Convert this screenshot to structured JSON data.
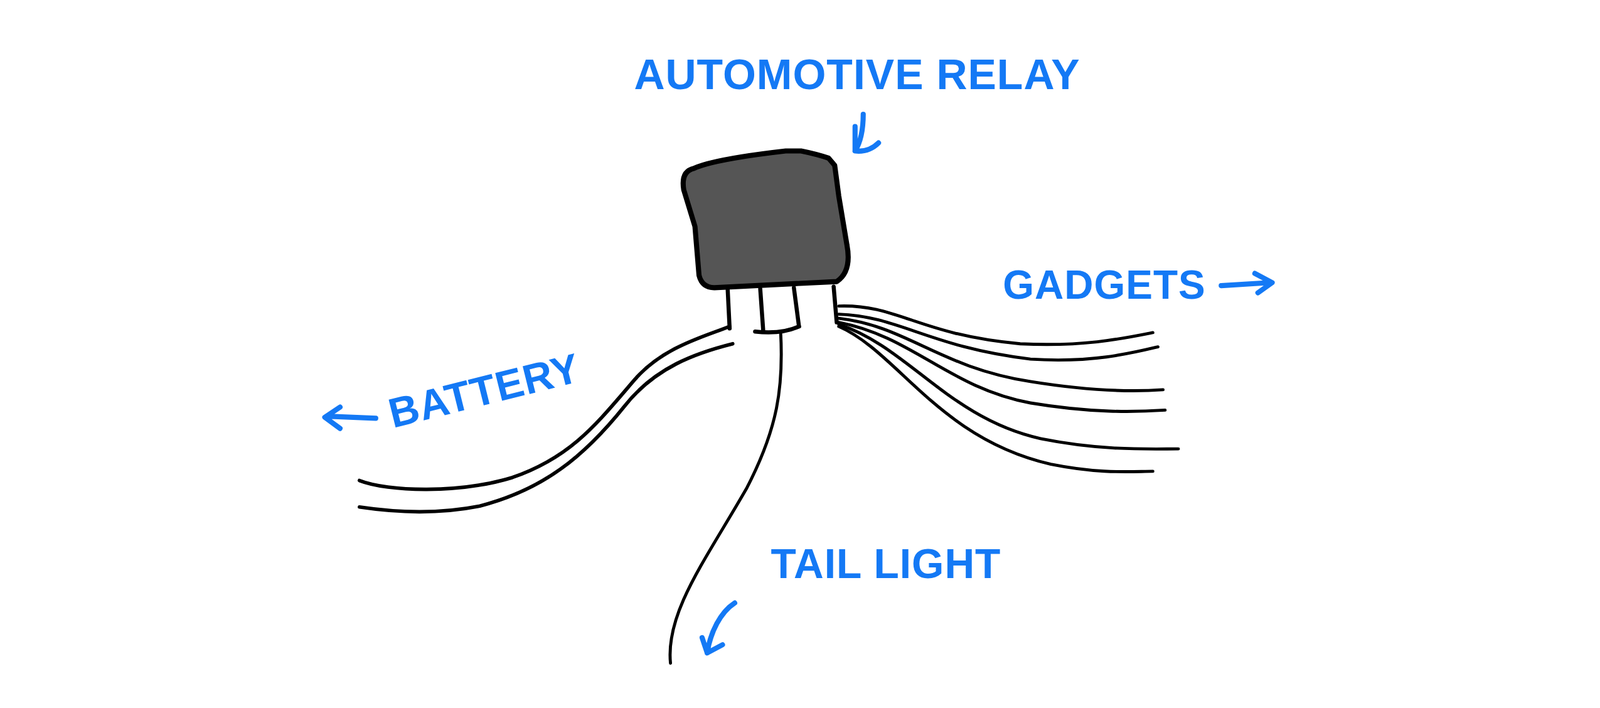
{
  "diagram": {
    "labels": [
      "AUTOMOTIVE RELAY",
      "GADGETS",
      "BATTERY",
      "TAIL LIGHT"
    ]
  }
}
